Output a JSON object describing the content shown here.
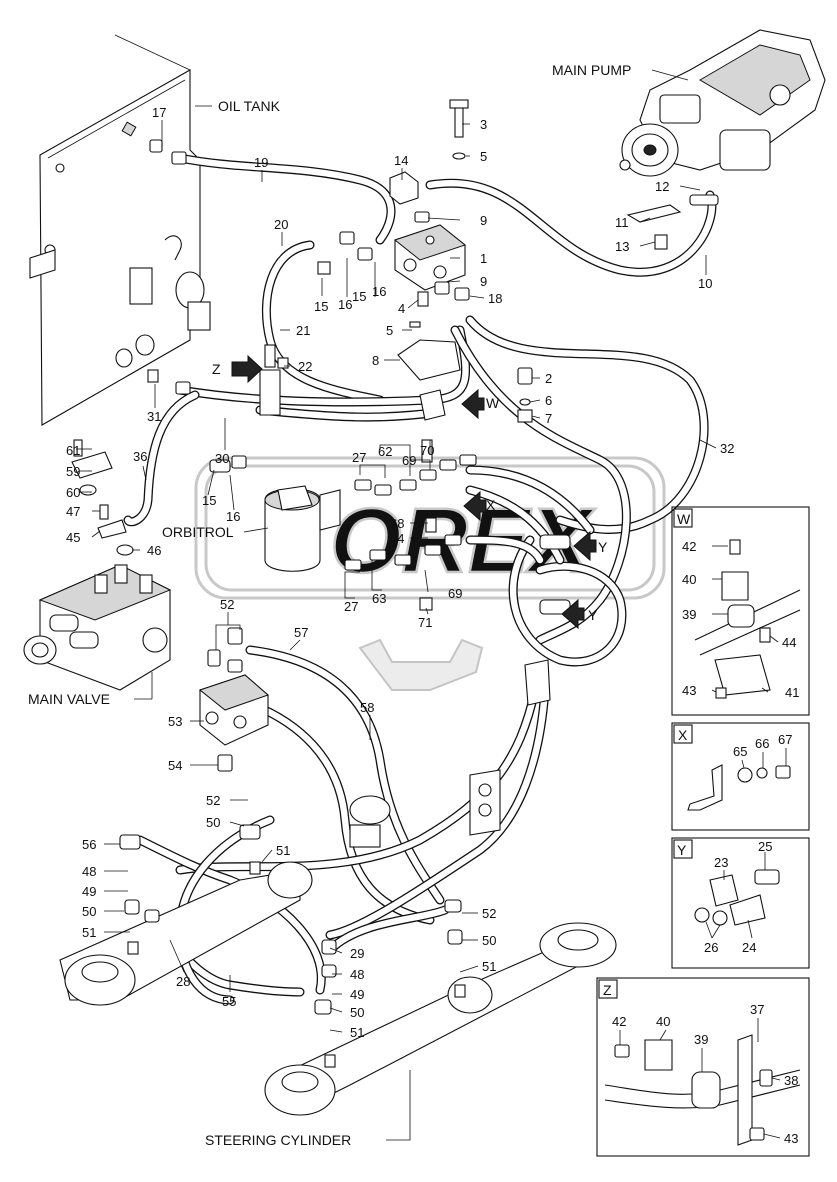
{
  "headings": {
    "main_pump": "MAIN PUMP",
    "oil_tank": "OIL TANK",
    "orbitrol": "ORBITROL",
    "main_valve": "MAIN VALVE",
    "steering_cylinder": "STEERING CYLINDER"
  },
  "views": {
    "z": "Z",
    "w": "W",
    "x": "X",
    "y": "Y"
  },
  "callouts": {
    "c17": "17",
    "c19": "19",
    "c14": "14",
    "c3": "3",
    "c5a": "5",
    "c9a": "9",
    "c1": "1",
    "c9b": "9",
    "c18": "18",
    "c4": "4",
    "c5b": "5",
    "c8": "8",
    "c2": "2",
    "c6": "6",
    "c7": "7",
    "c12": "12",
    "c11": "11",
    "c13": "13",
    "c10": "10",
    "c20": "20",
    "c15a": "15",
    "c16a": "16",
    "c15b": "15",
    "c16b": "16",
    "c21": "21",
    "c22": "22",
    "c31": "31",
    "c30": "30",
    "c36": "36",
    "c32": "32",
    "c70": "70",
    "c61": "61",
    "c59": "59",
    "c60": "60",
    "c47": "47",
    "c45": "45",
    "c46": "46",
    "c15c": "15",
    "c16c": "16",
    "c27a": "27",
    "c62": "62",
    "c69a": "69",
    "c68": "68",
    "c64": "64",
    "c27b": "27",
    "c63": "63",
    "c69b": "69",
    "c71": "71",
    "c52a": "52",
    "c57": "57",
    "c53": "53",
    "c54": "54",
    "c58": "58",
    "c52b": "52",
    "c50a": "50",
    "c51a": "51",
    "c56": "56",
    "c48a": "48",
    "c49a": "49",
    "c50b": "50",
    "c51b": "51",
    "c28": "28",
    "c55": "55",
    "c52c": "52",
    "c50c": "50",
    "c29": "29",
    "c48b": "48",
    "c49b": "49",
    "c50d": "50",
    "c51c": "51",
    "c51d": "51",
    "w42": "42",
    "w40": "40",
    "w39": "39",
    "w44": "44",
    "w43": "43",
    "w41": "41",
    "x65": "65",
    "x66": "66",
    "x67": "67",
    "y23": "23",
    "y25": "25",
    "y26": "26",
    "y24": "24",
    "z42": "42",
    "z40": "40",
    "z39": "39",
    "z37": "37",
    "z38": "38",
    "z43": "43"
  }
}
